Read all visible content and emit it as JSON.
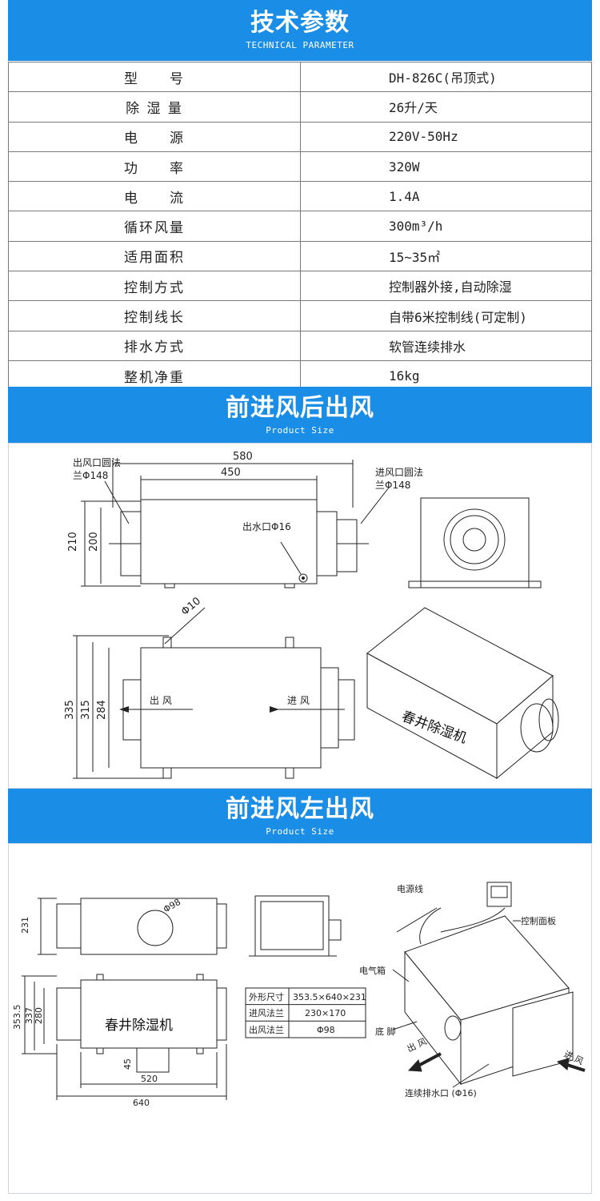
{
  "section1": {
    "title": "技术参数",
    "subtitle": "TECHNICAL PARAMETER"
  },
  "specs": [
    {
      "label": "型　　号",
      "value": "DH-826C(吊顶式)"
    },
    {
      "label": "除 湿 量",
      "value": "26升/天"
    },
    {
      "label": "电　　源",
      "value": "220V-50Hz"
    },
    {
      "label": "功　　率",
      "value": "320W"
    },
    {
      "label": "电　　流",
      "value": "1.4A"
    },
    {
      "label": "循环风量",
      "value": "300m³/h"
    },
    {
      "label": "适用面积",
      "value": "15~35㎡"
    },
    {
      "label": "控制方式",
      "value": "控制器外接,自动除湿"
    },
    {
      "label": "控制线长",
      "value": "自带6米控制线(可定制)"
    },
    {
      "label": "排水方式",
      "value": "软管连续排水"
    },
    {
      "label": "整机净重",
      "value": "16kg"
    }
  ],
  "section2": {
    "title": "前进风后出风",
    "subtitle": "Product Size",
    "dims": {
      "d580": "580",
      "d450": "450",
      "d210": "210",
      "d200": "200",
      "d335": "335",
      "d315": "315",
      "d284": "284",
      "d10": "Φ10"
    },
    "labels": {
      "outlet_flange": "出风口圆法",
      "outlet_flange_size": "兰Φ148",
      "inlet_flange": "进风口圆法",
      "inlet_flange_size": "兰Φ148",
      "drain": "出水口Φ16",
      "out_air": "出 风",
      "in_air": "进 风",
      "brand": "春井除湿机"
    }
  },
  "section3": {
    "title": "前进风左出风",
    "subtitle": "Product Size",
    "dims": {
      "d231": "231",
      "d98": "Φ98",
      "d3535": "353.5",
      "d337": "337",
      "d280": "280",
      "d45": "45",
      "d520": "520",
      "d640": "640"
    },
    "brand": "春井除湿机",
    "table": [
      {
        "k": "外形尺寸",
        "v": "353.5×640×231"
      },
      {
        "k": "进风法兰",
        "v": "230×170"
      },
      {
        "k": "出风法兰",
        "v": "Φ98"
      }
    ],
    "callouts": {
      "power_cord": "电源线",
      "control_panel": "控制面板",
      "electric_box": "电气箱",
      "foot": "底 脚",
      "out_air": "出 风",
      "in_air": "进 风",
      "drain": "连续排水口 (Φ16)"
    }
  }
}
